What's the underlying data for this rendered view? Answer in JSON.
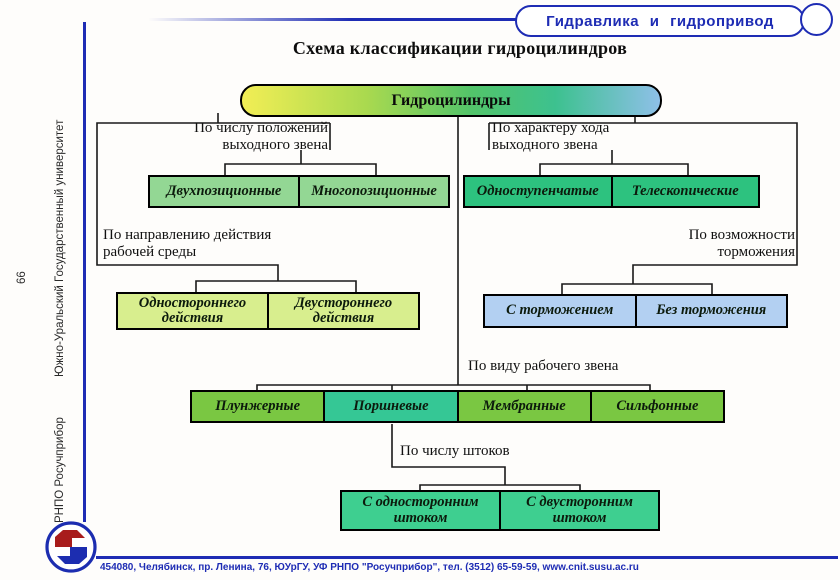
{
  "header": {
    "course_title": "Гидравлика и гидропривод"
  },
  "slide_title": "Схема классификации гидроцилиндров",
  "sidebar": {
    "university": "Южно-Уральский Государственный университет",
    "organization": "РНПО Росучприбор",
    "page_number": "66"
  },
  "footer": {
    "address": "454080, Челябинск, пр. Ленина, 76, ЮУрГУ, УФ РНПО \"Росучприбор\", тел. (3512) 65-59-59, www.cnit.susu.ac.ru"
  },
  "diagram": {
    "root_label": "Гидроцилиндры",
    "groups": [
      {
        "id": "positions",
        "label_lines": [
          "По числу положений",
          "выходного звена"
        ],
        "items": [
          "Двухпозиционные",
          "Многопозиционные"
        ]
      },
      {
        "id": "stroke-type",
        "label_lines": [
          "По характеру хода",
          "выходного звена"
        ],
        "items": [
          "Одноступенчатые",
          "Телескопические"
        ]
      },
      {
        "id": "action-direction",
        "label_lines": [
          "По направлению действия",
          "рабочей среды"
        ],
        "items_2line": [
          [
            "Одностороннего",
            "действия"
          ],
          [
            "Двустороннего",
            "действия"
          ]
        ]
      },
      {
        "id": "braking",
        "label_lines": [
          "По возможности",
          "торможения"
        ],
        "items": [
          "С торможением",
          "Без торможения"
        ]
      },
      {
        "id": "working-element",
        "label_lines": [
          "По виду рабочего звена"
        ],
        "items": [
          "Плунжерные",
          "Поршневые",
          "Мембранные",
          "Сильфонные"
        ]
      },
      {
        "id": "rod-count",
        "label_lines": [
          "По числу штоков"
        ],
        "items_2line": [
          [
            "С односторонним",
            "штоком"
          ],
          [
            "С двусторонним",
            "штоком"
          ]
        ]
      }
    ]
  },
  "colors": {
    "accent_blue": "#1e2cb4",
    "root_gradient": "linear-gradient(90deg,#f2ee55 0%,#a9d94f 30%,#52c46a 55%,#3dc18f 75%,#8ec0e8 100%)",
    "green_light": "#93d794",
    "emerald": "#2dc27f",
    "chartreuse": "#d8ee8e",
    "light_blue": "#b3d0f2",
    "apple_green": "#7ac742",
    "teal_green": "#35c795",
    "emerald_bright": "#3ecf90",
    "logo_red": "#a81c1c",
    "logo_blue": "#1c2db0"
  }
}
